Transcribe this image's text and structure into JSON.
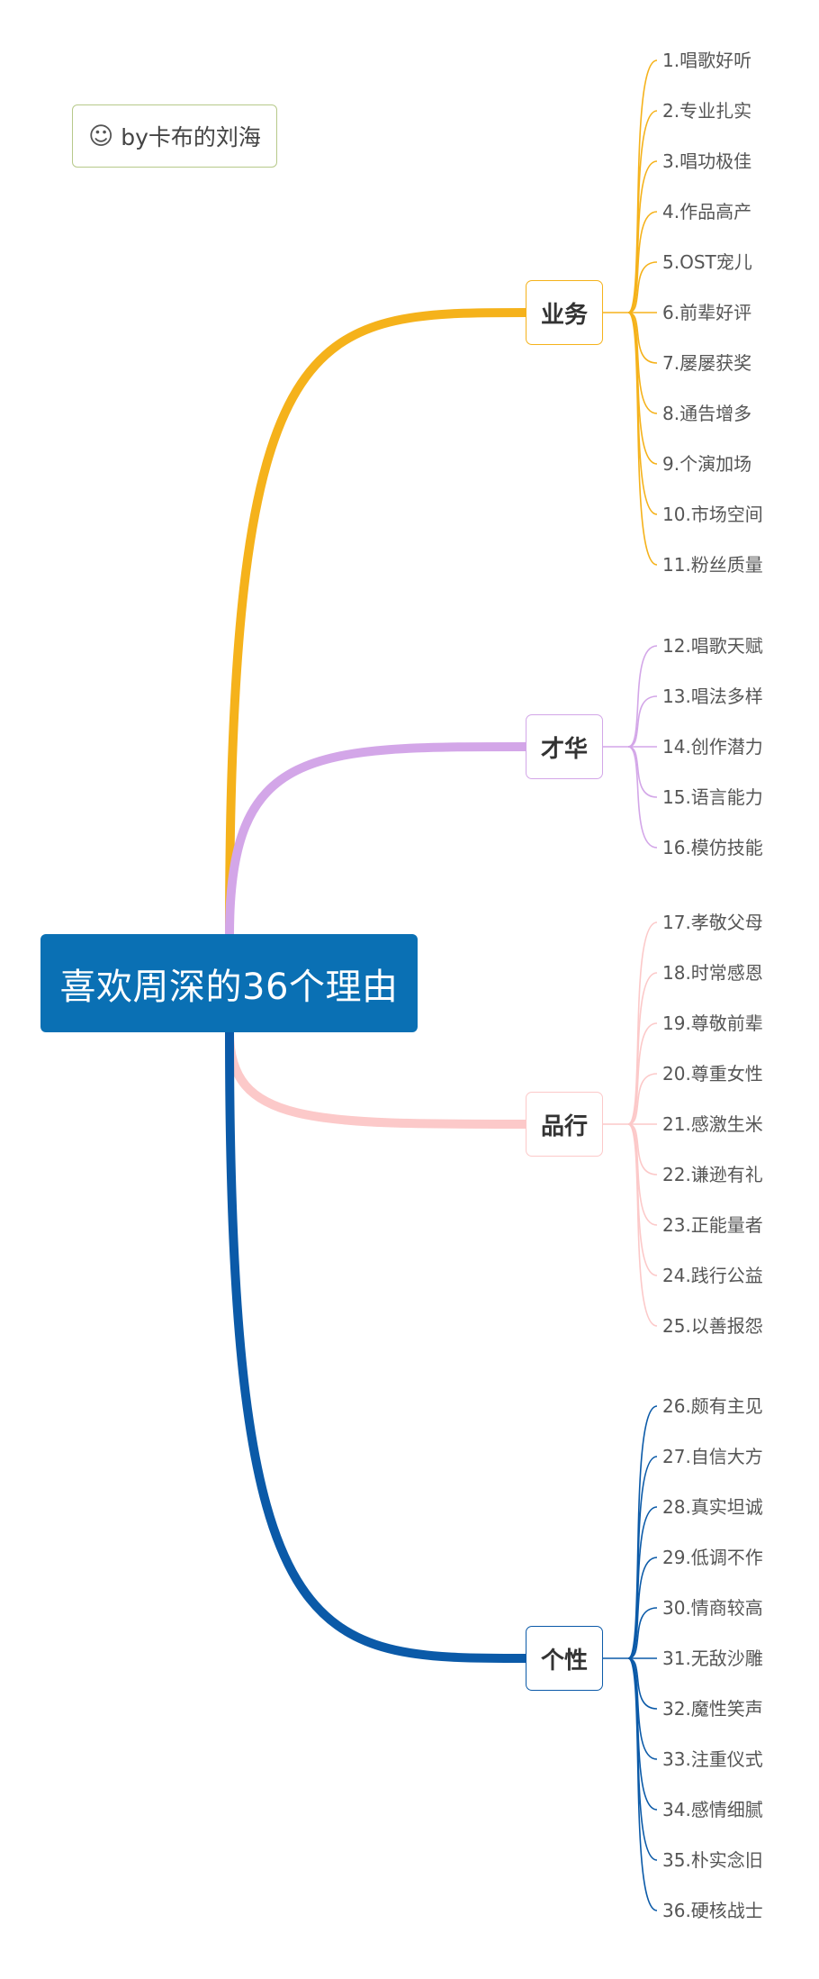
{
  "root": {
    "title": "喜欢周深的36个理由"
  },
  "credit": {
    "icon": "smiley-icon",
    "text": "by卡布的刘海"
  },
  "branches": [
    {
      "label": "业务",
      "color": "#f5b21b",
      "leaves": [
        "1.唱歌好听",
        "2.专业扎实",
        "3.唱功极佳",
        "4.作品高产",
        "5.OST宠儿",
        "6.前辈好评",
        "7.屡屡获奖",
        "8.通告增多",
        "9.个演加场",
        "10.市场空间",
        "11.粉丝质量"
      ]
    },
    {
      "label": "才华",
      "color": "#d3a6e8",
      "leaves": [
        "12.唱歌天赋",
        "13.唱法多样",
        "14.创作潜力",
        "15.语言能力",
        "16.模仿技能"
      ]
    },
    {
      "label": "品行",
      "color": "#fcc9c9",
      "leaves": [
        "17.孝敬父母",
        "18.时常感恩",
        "19.尊敬前辈",
        "20.尊重女性",
        "21.感激生米",
        "22.谦逊有礼",
        "23.正能量者",
        "24.践行公益",
        "25.以善报怨"
      ]
    },
    {
      "label": "个性",
      "color": "#0b5aa8",
      "leaves": [
        "26.颇有主见",
        "27.自信大方",
        "28.真实坦诚",
        "29.低调不作",
        "30.情商较高",
        "31.无敌沙雕",
        "32.魔性笑声",
        "33.注重仪式",
        "34.感情细腻",
        "35.朴实念旧",
        "36.硬核战士"
      ]
    }
  ]
}
